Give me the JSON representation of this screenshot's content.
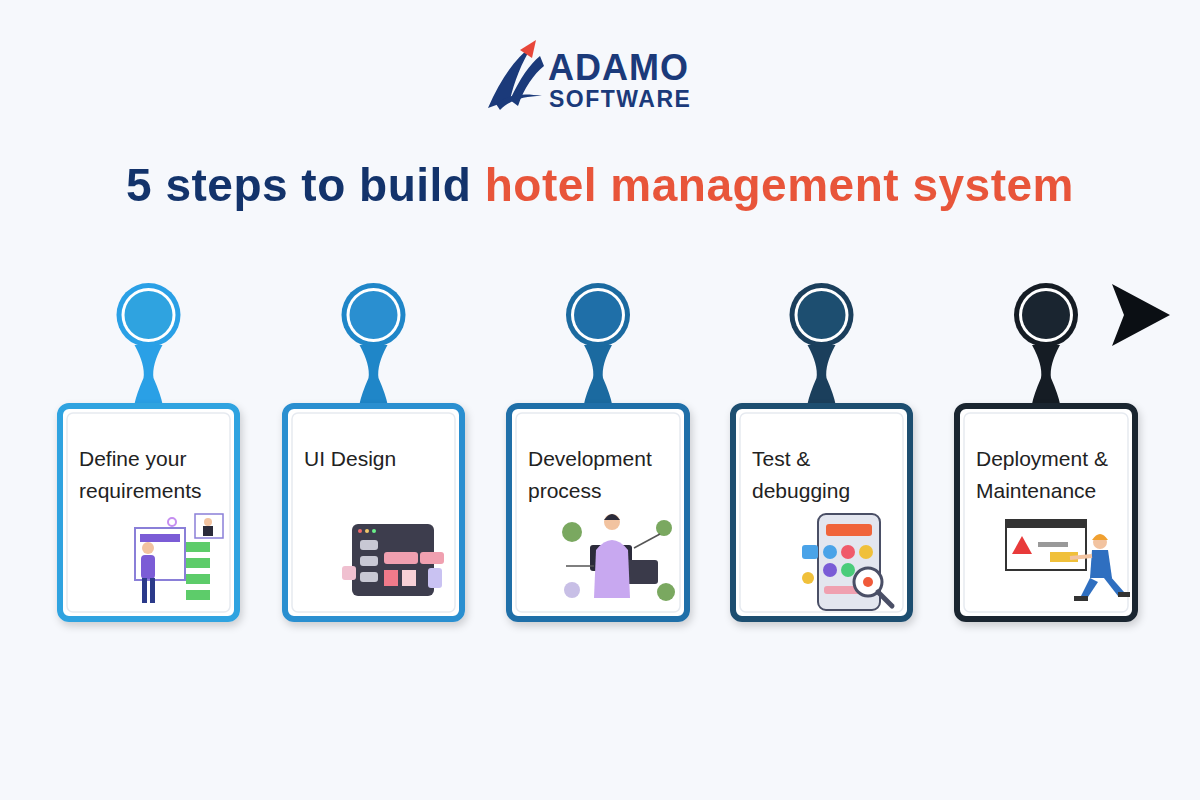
{
  "diagram": {
    "title": "5 steps to build hotel management system",
    "nodes": [
      {
        "text": [
          "Define your requirements"
        ]
      },
      {
        "text": [
          "UI Design"
        ]
      },
      {
        "text": [
          "Development process"
        ]
      },
      {
        "text": [
          "Test & debugging"
        ]
      },
      {
        "text": [
          "Deployment & Maintenance"
        ]
      }
    ],
    "labels": [
      "ADAMO",
      "SOFTWARE"
    ]
  }
}
